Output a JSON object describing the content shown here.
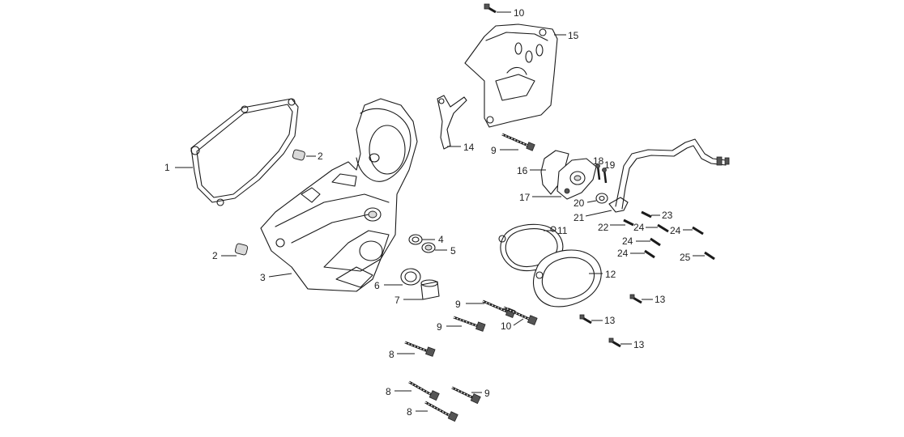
{
  "labels": {
    "l1": "1",
    "l2a": "2",
    "l2b": "2",
    "l3": "3",
    "l4": "4",
    "l5": "5",
    "l6": "6",
    "l7": "7",
    "l8a": "8",
    "l8b": "8",
    "l8c": "8",
    "l9a": "9",
    "l9b": "9",
    "l9c": "9",
    "l9d": "9",
    "l10a": "10",
    "l10b": "10",
    "l11": "11",
    "l12": "12",
    "l13a": "13",
    "l13b": "13",
    "l13c": "13",
    "l14": "14",
    "l15": "15",
    "l16": "16",
    "l17": "17",
    "l18": "18",
    "l19": "19",
    "l20": "20",
    "l21": "21",
    "l22": "22",
    "l23": "23",
    "l24a": "24",
    "l24b": "24",
    "l24c": "24",
    "l24d": "24",
    "l25": "25"
  }
}
